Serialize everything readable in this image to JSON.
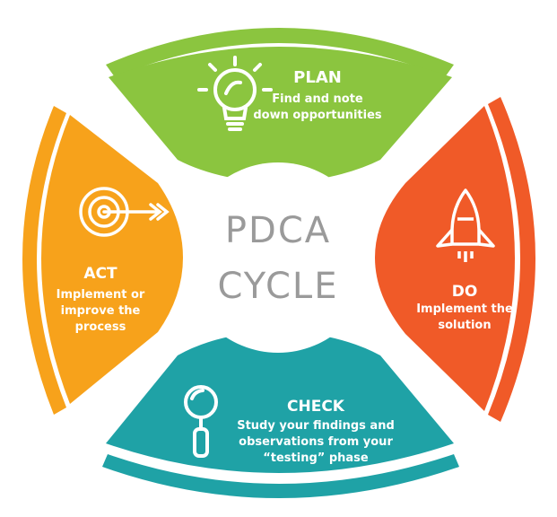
{
  "center": {
    "line1": "PDCA",
    "line2": "CYCLE",
    "fill": "#ffffff",
    "text_color": "#9a9a9a"
  },
  "segments": {
    "plan": {
      "title": "PLAN",
      "desc_line1": "Find and note",
      "desc_line2": "down opportunities",
      "color": "#8bc53f",
      "icon": "lightbulb-icon"
    },
    "do": {
      "title": "DO",
      "desc_line1": "Implement the",
      "desc_line2": "solution",
      "color": "#f05a28",
      "icon": "rocket-icon"
    },
    "check": {
      "title": "CHECK",
      "desc_line1": "Study your findings and",
      "desc_line2": "observations from your",
      "desc_line3": "“testing” phase",
      "color": "#1fa2a6",
      "icon": "magnifier-icon"
    },
    "act": {
      "title": "ACT",
      "desc_line1": "Implement or",
      "desc_line2": "improve the",
      "desc_line3": "process",
      "color": "#f7a21b",
      "icon": "target-icon"
    }
  }
}
